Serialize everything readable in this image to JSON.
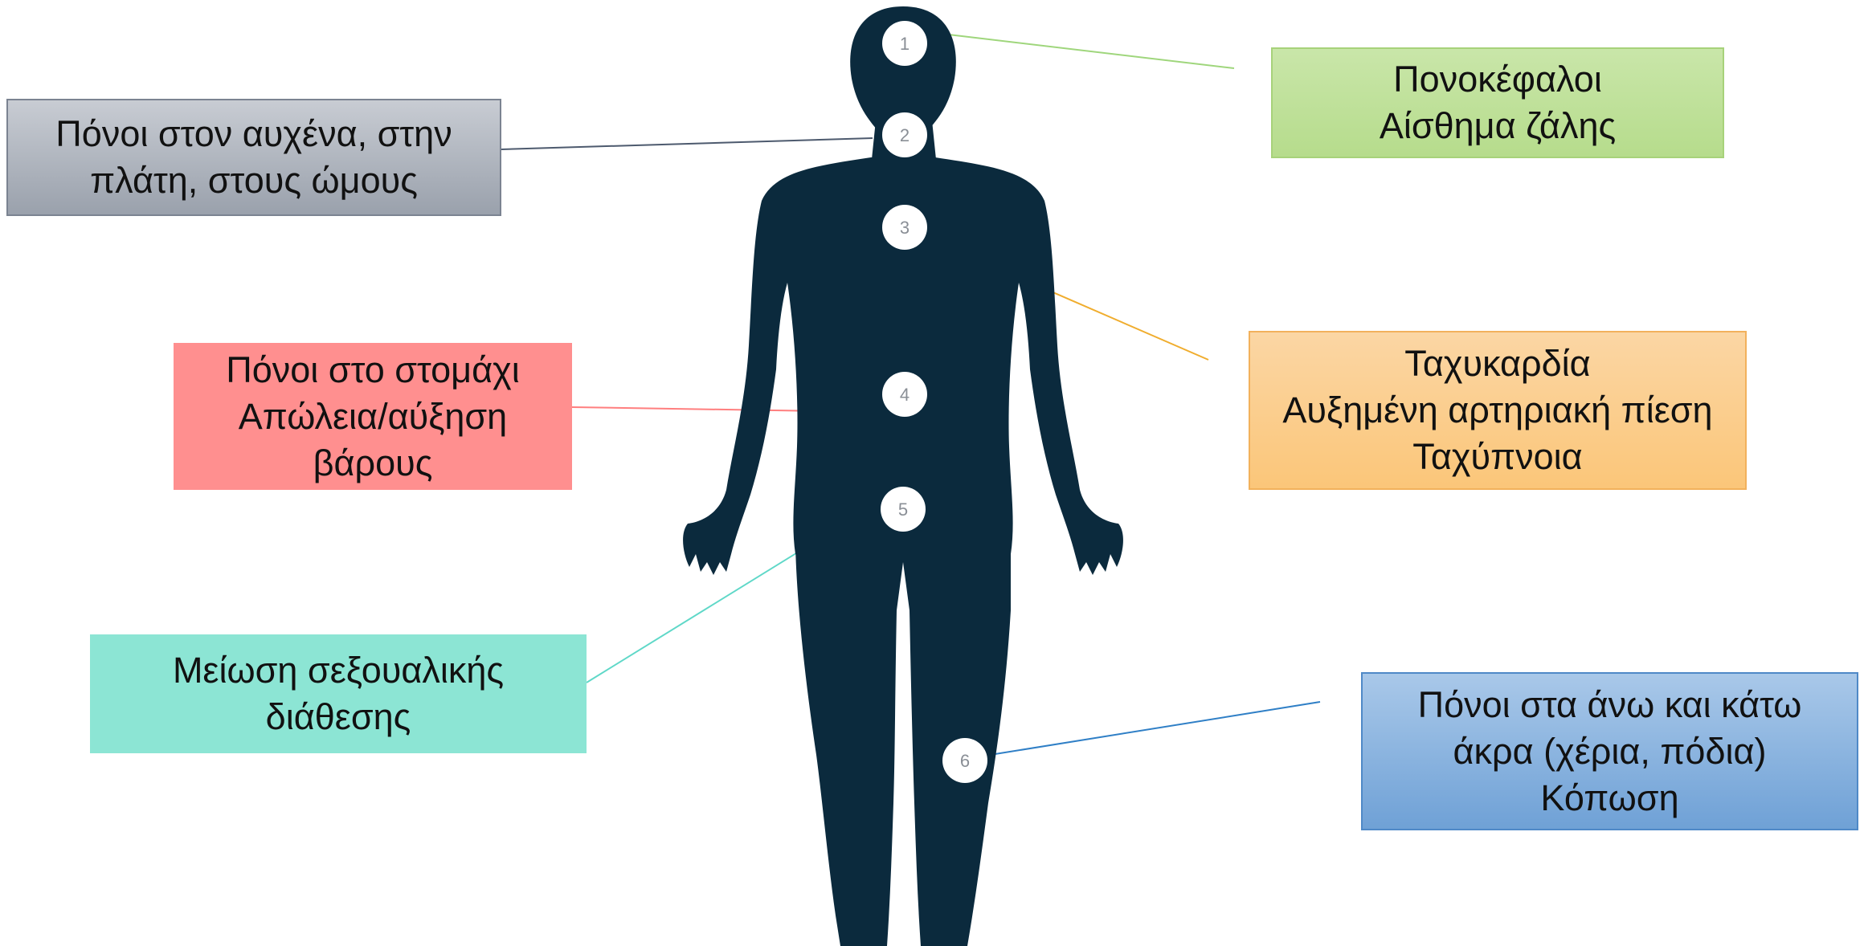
{
  "title": "",
  "colors": {
    "silhouette": "#0b2a3d",
    "marker_fill": "#ffffff",
    "line_1": "#9fd67c",
    "line_2": "#4d5a6e",
    "line_3": "#f0ad2e",
    "line_4": "#ff7f7f",
    "line_5": "#5fd8c8",
    "line_6": "#2f7fc6"
  },
  "markers": [
    {
      "number": "1"
    },
    {
      "number": "2"
    },
    {
      "number": "3"
    },
    {
      "number": "4"
    },
    {
      "number": "5"
    },
    {
      "number": "6"
    }
  ],
  "labels": {
    "head": [
      "Πονοκέφαλοι",
      "Αίσθημα ζάλης"
    ],
    "neck": [
      "Πόνοι στον αυχένα, στην",
      "πλάτη, στους ώμους"
    ],
    "chest": [
      "Ταχυκαρδία",
      "Αυξημένη αρτηριακή πίεση",
      "Ταχύπνοια"
    ],
    "stomach": [
      "Πόνοι στο στομάχι",
      "Απώλεια/αύξηση",
      "βάρους"
    ],
    "pelvis": [
      "Μείωση σεξουαλικής",
      "διάθεσης"
    ],
    "limbs": [
      "Πόνοι στα άνω και κάτω",
      "άκρα (χέρια, πόδια)",
      "Κόπωση"
    ]
  }
}
